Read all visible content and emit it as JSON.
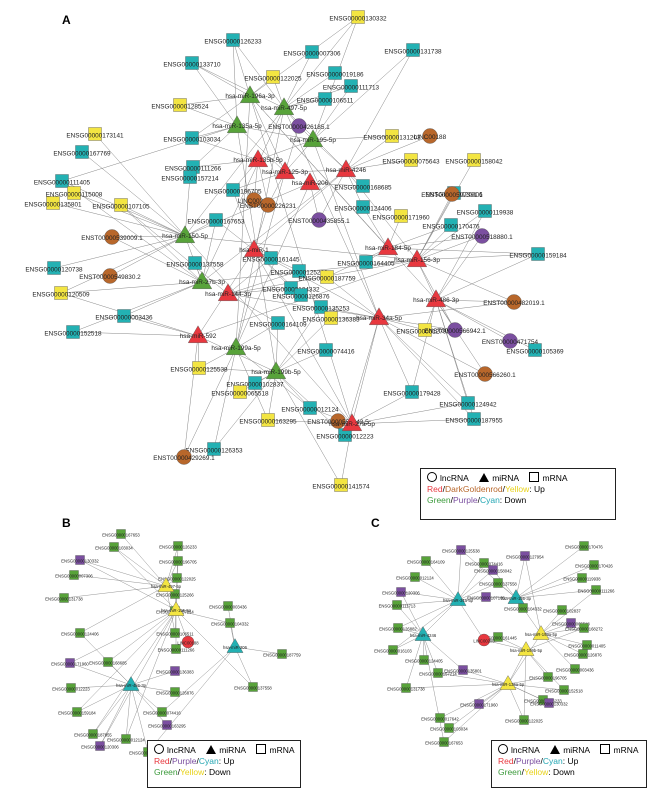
{
  "panels": [
    {
      "label": "A"
    },
    {
      "label": "B"
    },
    {
      "label": "C"
    }
  ],
  "colors": {
    "red": "#e8383f",
    "orange": "#b8672b",
    "yellow": "#f3e542",
    "green": "#58a33a",
    "purple": "#7b4fa0",
    "cyan": "#23b1b3",
    "darkgreen": "#3d8b3d",
    "edge": "#7a7a7a"
  },
  "legends": [
    {
      "lnc": "lncRNA",
      "mi": "miRNA",
      "m": "mRNA",
      "up": [
        [
          "Red",
          "#e8383f"
        ],
        [
          "/",
          ""
        ],
        [
          "DarkGoldenrod",
          "#b8672b"
        ],
        [
          "/",
          ""
        ],
        [
          "Yellow",
          "#e8d21a"
        ],
        [
          ": Up",
          ""
        ]
      ],
      "down": [
        [
          "Green",
          "#3d9b3d"
        ],
        [
          "/",
          ""
        ],
        [
          "Purple",
          "#7b4fa0"
        ],
        [
          "/",
          ""
        ],
        [
          "Cyan",
          "#23a6b3"
        ],
        [
          ": Down",
          ""
        ]
      ]
    },
    {
      "lnc": "lncRNA",
      "mi": "miRNA",
      "m": "mRNA",
      "up": [
        [
          "Red",
          "#e8383f"
        ],
        [
          "/",
          ""
        ],
        [
          "Purple",
          "#7b4fa0"
        ],
        [
          "/",
          ""
        ],
        [
          "Cyan",
          "#23a6b3"
        ],
        [
          ": Up",
          ""
        ]
      ],
      "down": [
        [
          "Green",
          "#3d9b3d"
        ],
        [
          "/",
          ""
        ],
        [
          "Yellow",
          "#e8d21a"
        ],
        [
          ": Down",
          ""
        ]
      ]
    },
    {
      "lnc": "lncRNA",
      "mi": "miRNA",
      "m": "mRNA",
      "up": [
        [
          "Red",
          "#e8383f"
        ],
        [
          "/",
          ""
        ],
        [
          "Purple",
          "#7b4fa0"
        ],
        [
          "/",
          ""
        ],
        [
          "Cyan",
          "#23a6b3"
        ],
        [
          ": Up",
          ""
        ]
      ],
      "down": [
        [
          "Green",
          "#3d9b3d"
        ],
        [
          "/",
          ""
        ],
        [
          "Yellow",
          "#e8d21a"
        ],
        [
          ": Down",
          ""
        ]
      ]
    }
  ],
  "networkA": {
    "mirnas": [
      {
        "label": "hsa-miR-196a-3p",
        "c": "green"
      },
      {
        "label": "hsa-miR-497-5p",
        "c": "green"
      },
      {
        "label": "hsa-miR-135a-5p",
        "c": "green"
      },
      {
        "label": "hsa-miR-195-5p",
        "c": "green"
      },
      {
        "label": "hsa-miR-135b-5p",
        "c": "red"
      },
      {
        "label": "hsa-miR-125-3p",
        "c": "red"
      },
      {
        "label": "hsa-miR-4246",
        "c": "red"
      },
      {
        "label": "hsa-miR-206",
        "c": "red"
      },
      {
        "label": "hsa-miR-150-5p",
        "c": "green"
      },
      {
        "label": "hsa-miR-1",
        "c": "red"
      },
      {
        "label": "hsa-miR-184-5p",
        "c": "red"
      },
      {
        "label": "hsa-miR-27b-3p",
        "c": "green"
      },
      {
        "label": "hsa-miR-156-3p",
        "c": "red"
      },
      {
        "label": "hsa-miR-144-3p",
        "c": "red"
      },
      {
        "label": "hsa-miR-592",
        "c": "red"
      },
      {
        "label": "hsa-miR-486-3p",
        "c": "red"
      },
      {
        "label": "hsa-miR-34a-5p",
        "c": "red"
      },
      {
        "label": "hsa-miR-199a-5p",
        "c": "green"
      },
      {
        "label": "hsa-miR-199b-5p",
        "c": "green"
      },
      {
        "label": "hsa-miR-27a-5p",
        "c": "red"
      }
    ],
    "lncs": [
      {
        "label": "ENST00000426185.1",
        "c": "purple"
      },
      {
        "label": "LINC00188",
        "c": "orange"
      },
      {
        "label": "ENST00000597381.1",
        "c": "orange"
      },
      {
        "label": "LINC00200",
        "c": "orange"
      },
      {
        "label": "ENST00000539009.1",
        "c": "orange"
      },
      {
        "label": "ENST00000435855.1",
        "c": "purple"
      },
      {
        "label": "ENST00000518880.1",
        "c": "purple"
      },
      {
        "label": "ENST00000549830.2",
        "c": "orange"
      },
      {
        "label": "ENST00000566942.1",
        "c": "purple"
      },
      {
        "label": "ENST00000482019.1",
        "c": "orange"
      },
      {
        "label": "ENST00000471754",
        "c": "purple"
      },
      {
        "label": "ENST00000566260.1",
        "c": "orange"
      },
      {
        "label": "ENST00000429269.1",
        "c": "orange"
      },
      {
        "label": "ENST00000553843.5",
        "c": "orange"
      },
      {
        "label": "ENST00000226231",
        "c": "orange"
      }
    ],
    "mrnas": [
      {
        "label": "ENSG00000130332",
        "c": "yellow"
      },
      {
        "label": "ENSG00000126233",
        "c": "cyan"
      },
      {
        "label": "ENSG00000007306",
        "c": "cyan"
      },
      {
        "label": "ENSG00000131738",
        "c": "cyan"
      },
      {
        "label": "ENSG00000133710",
        "c": "cyan"
      },
      {
        "label": "ENSG00000019186",
        "c": "cyan"
      },
      {
        "label": "ENSG00000122025",
        "c": "yellow"
      },
      {
        "label": "ENSG00000111713",
        "c": "cyan"
      },
      {
        "label": "ENSG00000128524",
        "c": "yellow"
      },
      {
        "label": "ENSG00000106511",
        "c": "cyan"
      },
      {
        "label": "ENSG00000173141",
        "c": "yellow"
      },
      {
        "label": "ENSG00000103034",
        "c": "cyan"
      },
      {
        "label": "ENSG00000131203",
        "c": "yellow"
      },
      {
        "label": "ENSG00000167769",
        "c": "cyan"
      },
      {
        "label": "ENSG00000111266",
        "c": "cyan"
      },
      {
        "label": "ENSG00000075643",
        "c": "yellow"
      },
      {
        "label": "ENSG00000158042",
        "c": "yellow"
      },
      {
        "label": "ENSG00000111405",
        "c": "cyan"
      },
      {
        "label": "ENSG00000157214",
        "c": "cyan"
      },
      {
        "label": "ENSG00000115008",
        "c": "yellow"
      },
      {
        "label": "ENSG00000135801",
        "c": "yellow"
      },
      {
        "label": "ENSG00000107105",
        "c": "yellow"
      },
      {
        "label": "ENSG00000120306",
        "c": "cyan"
      },
      {
        "label": "ENSG00000196705",
        "c": "cyan"
      },
      {
        "label": "ENSG00000124406",
        "c": "cyan"
      },
      {
        "label": "ENSG00000171960",
        "c": "yellow"
      },
      {
        "label": "ENSG00000119938",
        "c": "cyan"
      },
      {
        "label": "ENSG00000168685",
        "c": "cyan"
      },
      {
        "label": "ENSG00000167653",
        "c": "cyan"
      },
      {
        "label": "ENSG00000170476",
        "c": "cyan"
      },
      {
        "label": "ENSG00000120738",
        "c": "cyan"
      },
      {
        "label": "ENSG00000137558",
        "c": "cyan"
      },
      {
        "label": "ENSG00000161445",
        "c": "cyan"
      },
      {
        "label": "ENSG00000164405",
        "c": "cyan"
      },
      {
        "label": "ENSG00000159184",
        "c": "cyan"
      },
      {
        "label": "ENSG00000125266",
        "c": "cyan"
      },
      {
        "label": "ENSG00000187759",
        "c": "yellow"
      },
      {
        "label": "ENSG00000104332",
        "c": "cyan"
      },
      {
        "label": "ENSG00000120509",
        "c": "yellow"
      },
      {
        "label": "ENSG00000126876",
        "c": "cyan"
      },
      {
        "label": "ENSG00000135253",
        "c": "cyan"
      },
      {
        "label": "ENSG00000003436",
        "c": "cyan"
      },
      {
        "label": "ENSG00000136383",
        "c": "yellow"
      },
      {
        "label": "ENSG00000164109",
        "c": "cyan"
      },
      {
        "label": "ENSG00000127954",
        "c": "yellow"
      },
      {
        "label": "ENSG00000152518",
        "c": "cyan"
      },
      {
        "label": "ENSG00000074416",
        "c": "cyan"
      },
      {
        "label": "ENSG00000105369",
        "c": "cyan"
      },
      {
        "label": "ENSG00000125538",
        "c": "yellow"
      },
      {
        "label": "ENSG00000102837",
        "c": "cyan"
      },
      {
        "label": "ENSG00000065518",
        "c": "yellow"
      },
      {
        "label": "ENSG00000179428",
        "c": "cyan"
      },
      {
        "label": "ENSG00000124942",
        "c": "cyan"
      },
      {
        "label": "ENSG00000012124",
        "c": "cyan"
      },
      {
        "label": "ENSG00000187955",
        "c": "cyan"
      },
      {
        "label": "ENSG00000163295",
        "c": "yellow"
      },
      {
        "label": "ENSG00000012223",
        "c": "cyan"
      },
      {
        "label": "ENSG00000126353",
        "c": "cyan"
      },
      {
        "label": "ENSG00000141574",
        "c": "yellow"
      }
    ]
  },
  "networkB": {
    "mirnas": [
      {
        "label": "hsa-miR-497-5p",
        "c": "yellow"
      },
      {
        "label": "hsa-miR-195-5p",
        "c": "yellow"
      },
      {
        "label": "hsa-miR-206",
        "c": "cyan"
      },
      {
        "label": "hsa-miR-486-3p",
        "c": "cyan"
      }
    ],
    "lncs": [
      {
        "label": "LINC00188",
        "c": "red"
      }
    ],
    "mrnas": [
      {
        "label": "ENSG00000167653",
        "c": "green"
      },
      {
        "label": "ENSG00000103034",
        "c": "green"
      },
      {
        "label": "ENSG00000126233",
        "c": "green"
      },
      {
        "label": "ENSG00000130332",
        "c": "purple"
      },
      {
        "label": "ENSG00000196705",
        "c": "green"
      },
      {
        "label": "ENSG00000007306",
        "c": "green"
      },
      {
        "label": "ENSG00000122025",
        "c": "green"
      },
      {
        "label": "ENSG00000131738",
        "c": "green"
      },
      {
        "label": "ENSG00000125266",
        "c": "green"
      },
      {
        "label": "ENSG00000003436",
        "c": "green"
      },
      {
        "label": "ENSG00000157214",
        "c": "green"
      },
      {
        "label": "ENSG00000124406",
        "c": "green"
      },
      {
        "label": "ENSG00000104332",
        "c": "green"
      },
      {
        "label": "ENSG00000106511",
        "c": "green"
      },
      {
        "label": "ENSG00000111266",
        "c": "green"
      },
      {
        "label": "ENSG00000171960",
        "c": "purple"
      },
      {
        "label": "ENSG00000168685",
        "c": "green"
      },
      {
        "label": "ENSG00000187759",
        "c": "green"
      },
      {
        "label": "ENSG00000136383",
        "c": "purple"
      },
      {
        "label": "ENSG00000012223",
        "c": "green"
      },
      {
        "label": "ENSG00000126876",
        "c": "green"
      },
      {
        "label": "ENSG00000137558",
        "c": "green"
      },
      {
        "label": "ENSG00000159184",
        "c": "green"
      },
      {
        "label": "ENSG00000074416",
        "c": "green"
      },
      {
        "label": "ENSG00000163295",
        "c": "purple"
      },
      {
        "label": "ENSG00000187955",
        "c": "green"
      },
      {
        "label": "ENSG00000012124",
        "c": "green"
      },
      {
        "label": "ENSG00000120306",
        "c": "purple"
      },
      {
        "label": "ENSG00000105369",
        "c": "green"
      }
    ]
  },
  "networkC": {
    "mirnas": [
      {
        "label": "hsa-miR-34a-5p",
        "c": "cyan"
      },
      {
        "label": "hsa-miR-156-3p",
        "c": "cyan"
      },
      {
        "label": "hsa-miR-4246",
        "c": "cyan"
      },
      {
        "label": "hsa-miR-199a-5p",
        "c": "yellow"
      },
      {
        "label": "hsa-miR-199b-5p",
        "c": "yellow"
      },
      {
        "label": "hsa-miR-135a-5p",
        "c": "yellow"
      }
    ],
    "lncs": [
      {
        "label": "LINC00200",
        "c": "red"
      }
    ],
    "mrnas": [
      {
        "label": "ENSG00000125538",
        "c": "purple"
      },
      {
        "label": "ENSG00000127954",
        "c": "purple"
      },
      {
        "label": "ENSG00000170476",
        "c": "green"
      },
      {
        "label": "ENSG00000164109",
        "c": "green"
      },
      {
        "label": "ENSG00000074416",
        "c": "green"
      },
      {
        "label": "ENSG00000158042",
        "c": "purple"
      },
      {
        "label": "ENSG00000170426",
        "c": "green"
      },
      {
        "label": "ENSG00000012124",
        "c": "green"
      },
      {
        "label": "ENSG00000137558",
        "c": "green"
      },
      {
        "label": "ENSG00000119938",
        "c": "green"
      },
      {
        "label": "ENSG00000120306",
        "c": "purple"
      },
      {
        "label": "ENSG00000107105",
        "c": "purple"
      },
      {
        "label": "ENSG00000111266",
        "c": "green"
      },
      {
        "label": "ENSG00000111713",
        "c": "green"
      },
      {
        "label": "ENSG00000104332",
        "c": "green"
      },
      {
        "label": "ENSG00000102837",
        "c": "green"
      },
      {
        "label": "ENSG00000065518",
        "c": "purple"
      },
      {
        "label": "ENSG00000126882",
        "c": "green"
      },
      {
        "label": "ENSG00000161445",
        "c": "green"
      },
      {
        "label": "ENSG00000168272",
        "c": "green"
      },
      {
        "label": "ENSG00000011405",
        "c": "green"
      },
      {
        "label": "ENSG00000016103",
        "c": "green"
      },
      {
        "label": "ENSG00000126876",
        "c": "green"
      },
      {
        "label": "ENSG00000003436",
        "c": "green"
      },
      {
        "label": "ENSG00000124405",
        "c": "green"
      },
      {
        "label": "ENSG00000157214",
        "c": "green"
      },
      {
        "label": "ENSG00000135801",
        "c": "purple"
      },
      {
        "label": "ENSG00000196705",
        "c": "green"
      },
      {
        "label": "ENSG00000152518",
        "c": "green"
      },
      {
        "label": "ENSG00000126233",
        "c": "green"
      },
      {
        "label": "ENSG00000131738",
        "c": "green"
      },
      {
        "label": "ENSG00000171960",
        "c": "purple"
      },
      {
        "label": "ENSG00000130332",
        "c": "purple"
      },
      {
        "label": "ENSG00000017642",
        "c": "green"
      },
      {
        "label": "ENSG00000122025",
        "c": "green"
      },
      {
        "label": "ENSG00000103034",
        "c": "green"
      },
      {
        "label": "ENSG00000167653",
        "c": "green"
      }
    ]
  }
}
